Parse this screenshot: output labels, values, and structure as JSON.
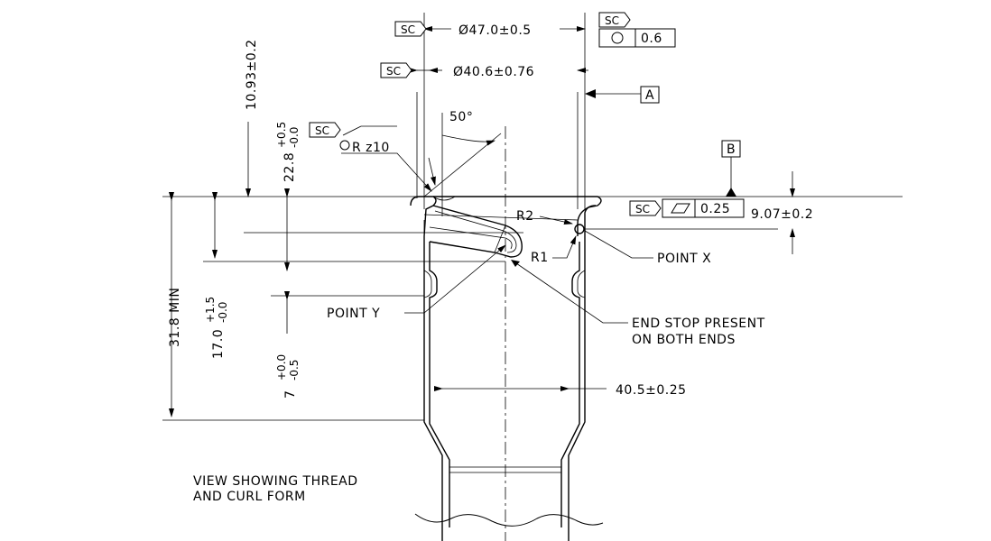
{
  "dimensions": {
    "dia_outer": "Ø47.0±0.5",
    "dia_inner": "Ø40.6±0.76",
    "bore": "40.5±0.25",
    "angle": "50°",
    "radius": "R z10",
    "curl_height": "9.07±0.2",
    "top_height": "10.93±0.2",
    "h_22_8": "22.8",
    "h_22_8_tol_plus": "+0.5",
    "h_22_8_tol_minus": "-0.0",
    "h_31_8": "31.8 MIN",
    "h_17_0": "17.0",
    "h_17_0_tol_plus": "+1.5",
    "h_17_0_tol_minus": "-0.0",
    "h_7": "7",
    "h_7_tol_plus": "+0.0",
    "h_7_tol_minus": "-0.5"
  },
  "tags": {
    "sc": "SC",
    "datum_a": "A",
    "datum_b": "B"
  },
  "tolerances": {
    "circularity_value": "0.6",
    "flatness_value": "0.25"
  },
  "labels": {
    "r1": "R1",
    "r2": "R2",
    "point_x": "POINT X",
    "point_y": "POINT Y",
    "end_stop_line1": "END STOP PRESENT",
    "end_stop_line2": "ON BOTH ENDS",
    "view_line1": "VIEW SHOWING THREAD",
    "view_line2": "AND CURL FORM"
  }
}
